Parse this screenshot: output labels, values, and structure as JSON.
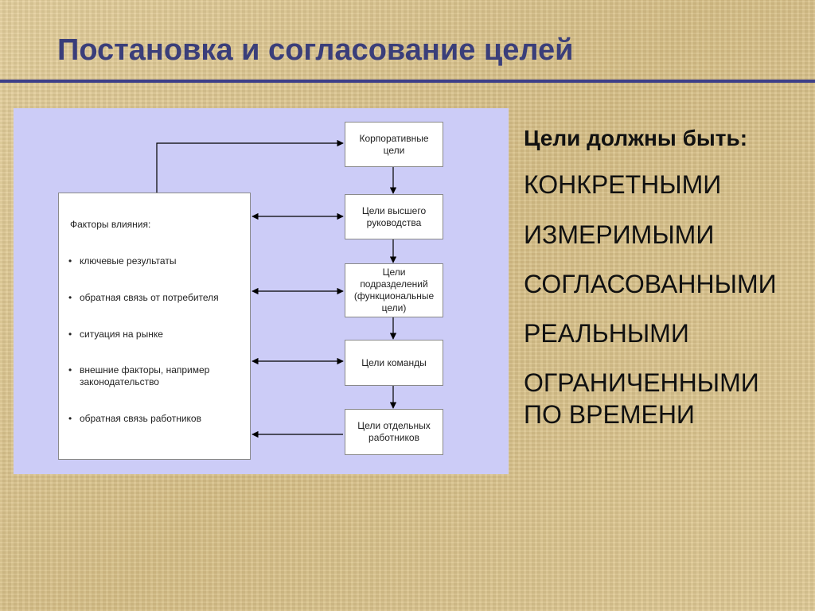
{
  "slide": {
    "title": "Постановка и согласование целей"
  },
  "diagram": {
    "goals": [
      "Корпоративные цели",
      "Цели высшего руководства",
      "Цели подразделений (функциональные цели)",
      "Цели команды",
      "Цели отдельных работников"
    ],
    "factors": {
      "title": "Факторы влияния:",
      "bullet": "•",
      "items": [
        "ключевые результаты",
        "обратная связь от потребителя",
        "ситуация на рынке",
        "внешние факторы, например законодательство",
        "обратная связь работников"
      ]
    },
    "colors": {
      "panel": "#ccccf7",
      "box_border": "#8a8a8a",
      "arrow": "#000000"
    }
  },
  "requirements": {
    "heading": "Цели должны быть:",
    "items": [
      "КОНКРЕТНЫМИ",
      "ИЗМЕРИМЫМИ",
      "СОГЛАСОВАННЫМИ",
      "РЕАЛЬНЫМИ",
      "ОГРАНИЧЕННЫМИ ПО ВРЕМЕНИ"
    ]
  },
  "colors": {
    "title_text": "#3a3e7a",
    "title_rule": "#3d3f88",
    "background": "#dcc690"
  }
}
